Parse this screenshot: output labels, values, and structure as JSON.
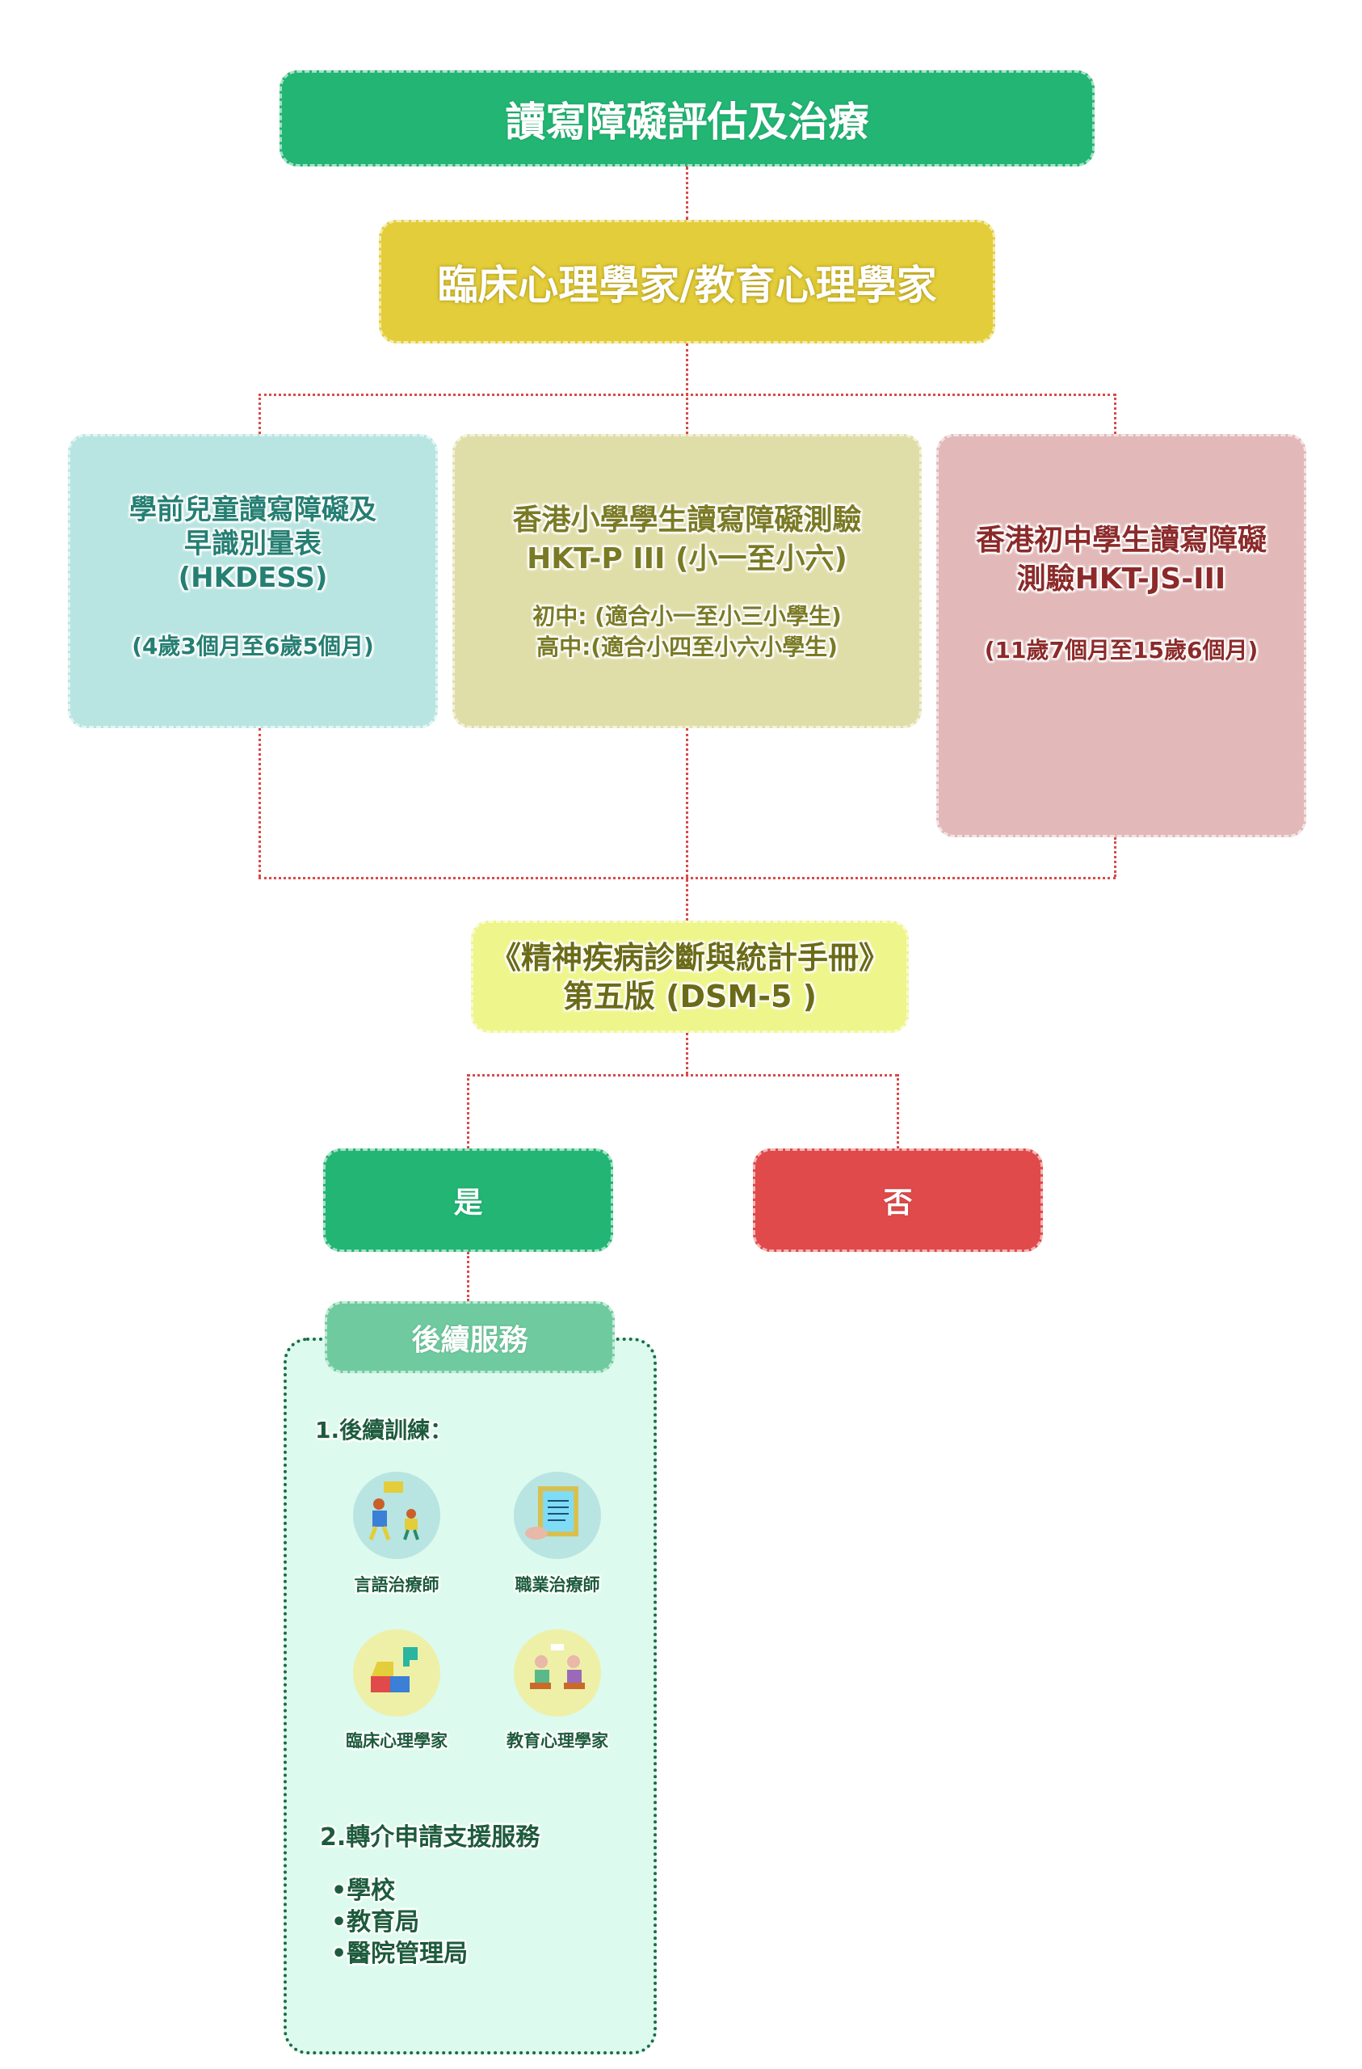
{
  "title": "讀寫障礙評估及治療",
  "assessor": "臨床心理學家/教育心理學家",
  "tests": [
    {
      "lines": [
        "學前兒童讀寫障礙及",
        "早識別量表",
        "(HKDESS)"
      ],
      "sub": [
        "(4歲3個月至6歲5個月)"
      ]
    },
    {
      "lines": [
        "香港小學學生讀寫障礙測驗",
        "HKT-P III (小一至小六)"
      ],
      "sub": [
        "初中: (適合小一至小三小學生)",
        "高中:(適合小四至小六小學生)"
      ]
    },
    {
      "lines": [
        "香港初中學生讀寫障礙",
        "測驗HKT-JS-III"
      ],
      "sub": [
        "(11歲7個月至15歲6個月)"
      ]
    }
  ],
  "dsm": [
    "《精神疾病診斷與統計手冊》",
    "第五版 (DSM-5 )"
  ],
  "yes": "是",
  "no": "否",
  "services": {
    "header": "後續服務",
    "training_title": "1.後續訓練：",
    "training": [
      {
        "label": "言語治療師",
        "icon": "speech-therapy-icon"
      },
      {
        "label": "職業治療師",
        "icon": "clipboard-icon"
      },
      {
        "label": "臨床心理學家",
        "icon": "puzzle-head-icon"
      },
      {
        "label": "教育心理學家",
        "icon": "counseling-icon"
      }
    ],
    "referral_title": "2.轉介申請支援服務",
    "referrals": [
      "•學校",
      "•教育局",
      "•醫院管理局"
    ]
  },
  "colors": {
    "green": "#22b573",
    "yellow": "#e3cd3a",
    "cyan": "#b8e5e1",
    "olive": "#e0dea8",
    "pink": "#e2b8b8",
    "dsm": "#eef58a",
    "no": "#e04a4a",
    "services": "#6fcb9f",
    "connector": "#d94a4a"
  }
}
